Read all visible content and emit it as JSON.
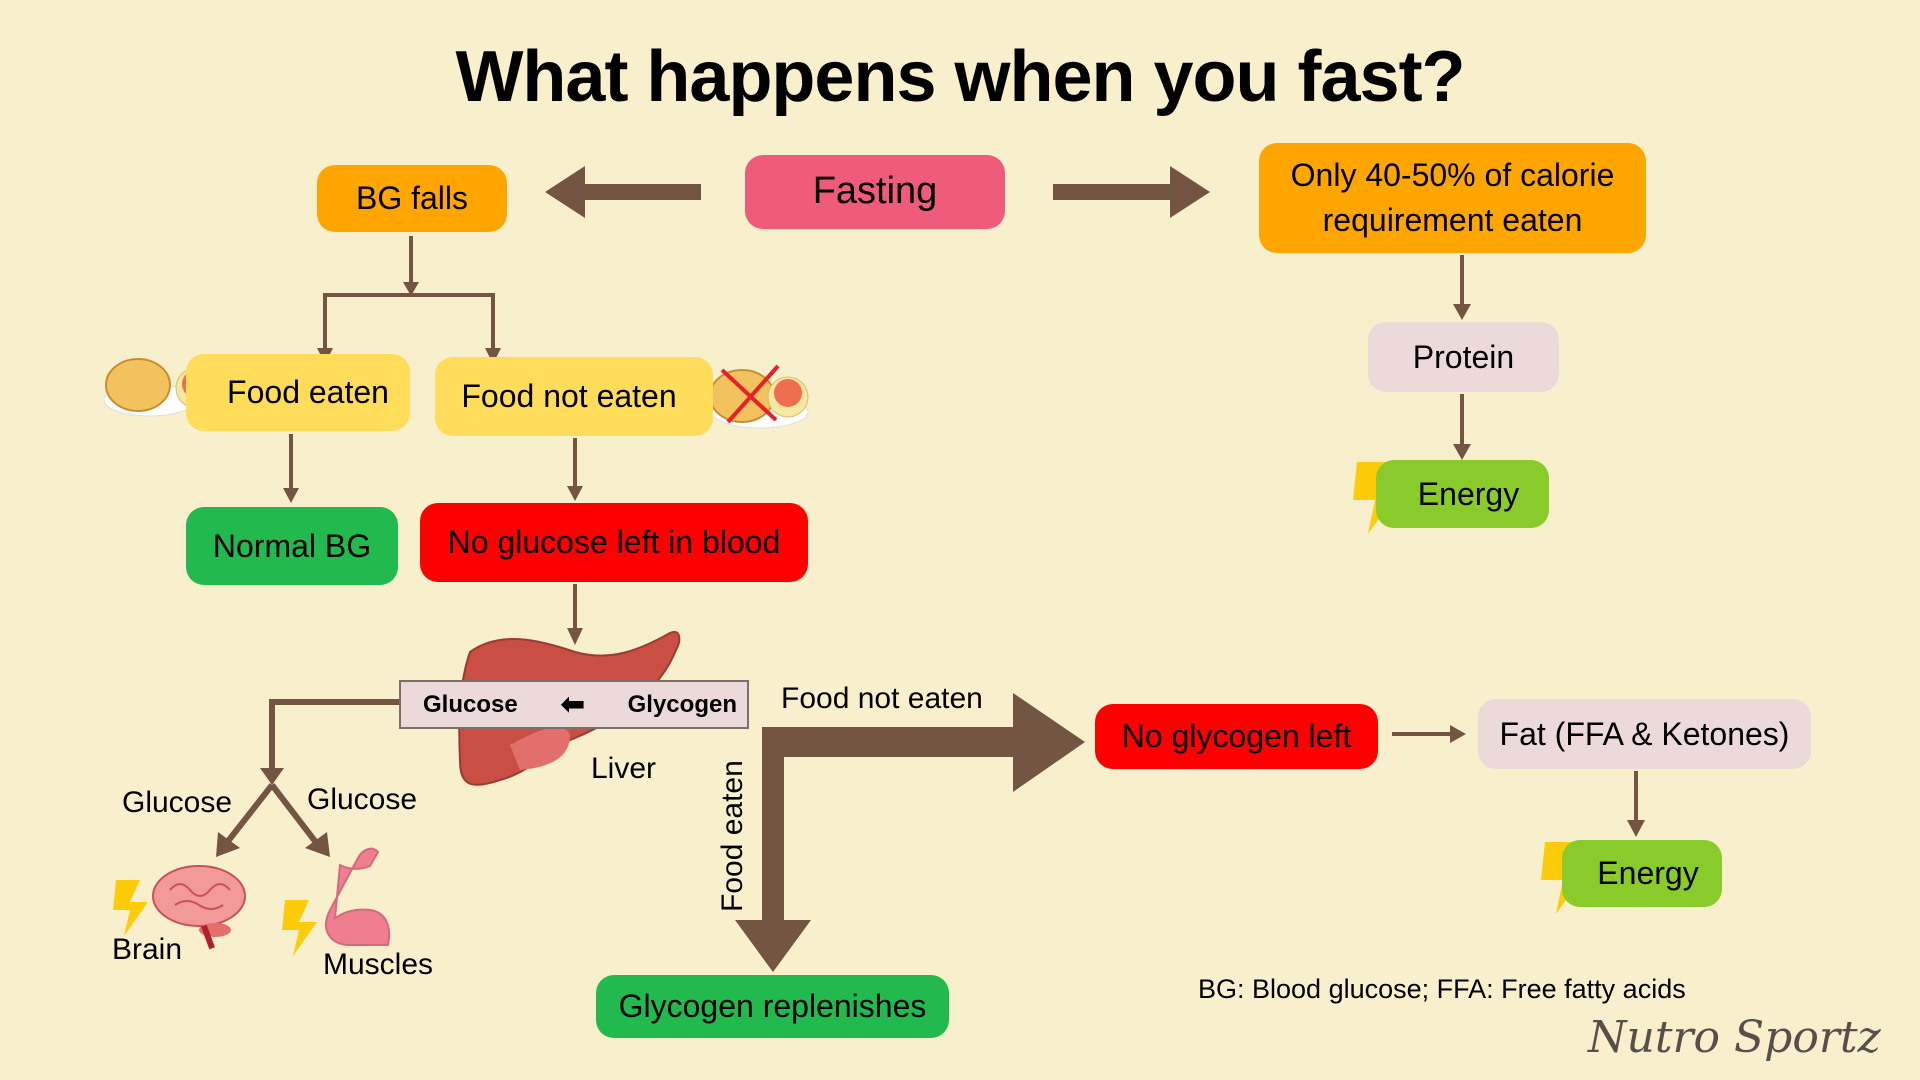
{
  "title": "What happens when you fast?",
  "colors": {
    "background": "#f8efcd",
    "arrow": "#745443",
    "fasting": "#ef5b7a",
    "orange": "#ffa500",
    "yellow": "#ffdc5a",
    "green": "#22b94e",
    "red": "#ff0000",
    "pink_grey": "#ecdadb",
    "lime": "#88cb2a",
    "bolt": "#fccc0a"
  },
  "nodes": {
    "fasting": "Fasting",
    "bg_falls": "BG falls",
    "calorie_line1": "Only 40-50% of calorie",
    "calorie_line2": "requirement eaten",
    "food_eaten": "Food eaten",
    "food_not_eaten": "Food not eaten",
    "normal_bg": "Normal BG",
    "no_glucose": "No glucose left in blood",
    "protein": "Protein",
    "energy_protein": "Energy",
    "liver_glucose": "Glucose",
    "liver_glycogen": "Glycogen",
    "liver_label": "Liver",
    "food_not_eaten_arrow": "Food not eaten",
    "food_eaten_arrow": "Food eaten",
    "no_glycogen": "No glycogen left",
    "fat": "Fat (FFA & Ketones)",
    "energy_fat": "Energy",
    "glycogen_replenishes": "Glycogen replenishes",
    "glucose_left": "Glucose",
    "glucose_right": "Glucose",
    "brain": "Brain",
    "muscles": "Muscles"
  },
  "icons": [
    "food-plate-icon",
    "food-plate-crossed-icon",
    "liver-icon",
    "brain-icon",
    "muscle-arm-icon",
    "lightning-bolt-icon"
  ],
  "footnote": "BG: Blood glucose;   FFA: Free fatty acids",
  "signature": "Nutro Sportz"
}
